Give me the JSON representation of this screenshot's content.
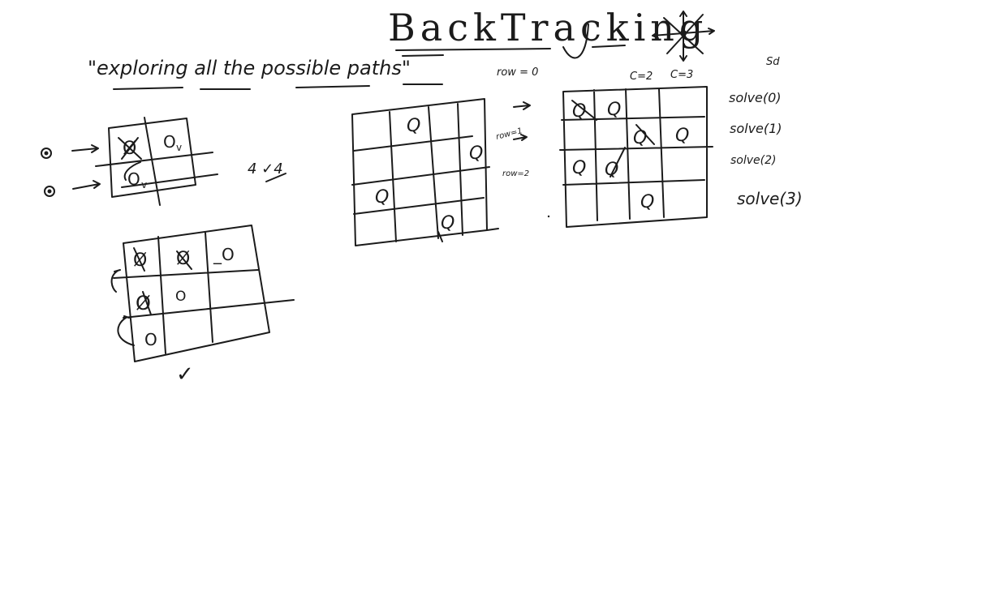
{
  "title": "BackTracking",
  "quote": "\"exploring all the possible paths\"",
  "small_grid": {
    "cells": [
      "Ø",
      "O",
      "O"
    ],
    "side_label": "4 ✓4",
    "marks": [
      "v",
      "v"
    ]
  },
  "backtrack_grid": {
    "cells": [
      "Ø",
      "Ø",
      "_O",
      "Ø",
      "O",
      "O"
    ],
    "check": "✓"
  },
  "middle_board": {
    "queens": [
      "Q",
      "Q",
      "Q",
      "Q"
    ],
    "labels": {
      "row0": "row = 0",
      "row1": "row=1",
      "row2": "row=2"
    }
  },
  "right_board": {
    "queens": [
      "Q",
      "Q",
      "Q",
      "Q",
      "Q",
      "Q",
      "Q"
    ],
    "col_labels": [
      "C=2",
      "C=3"
    ],
    "solve_calls": [
      "solve(0)",
      "solve(1)",
      "solve(2)",
      "solve(3)"
    ],
    "corner_note": "Sd"
  }
}
